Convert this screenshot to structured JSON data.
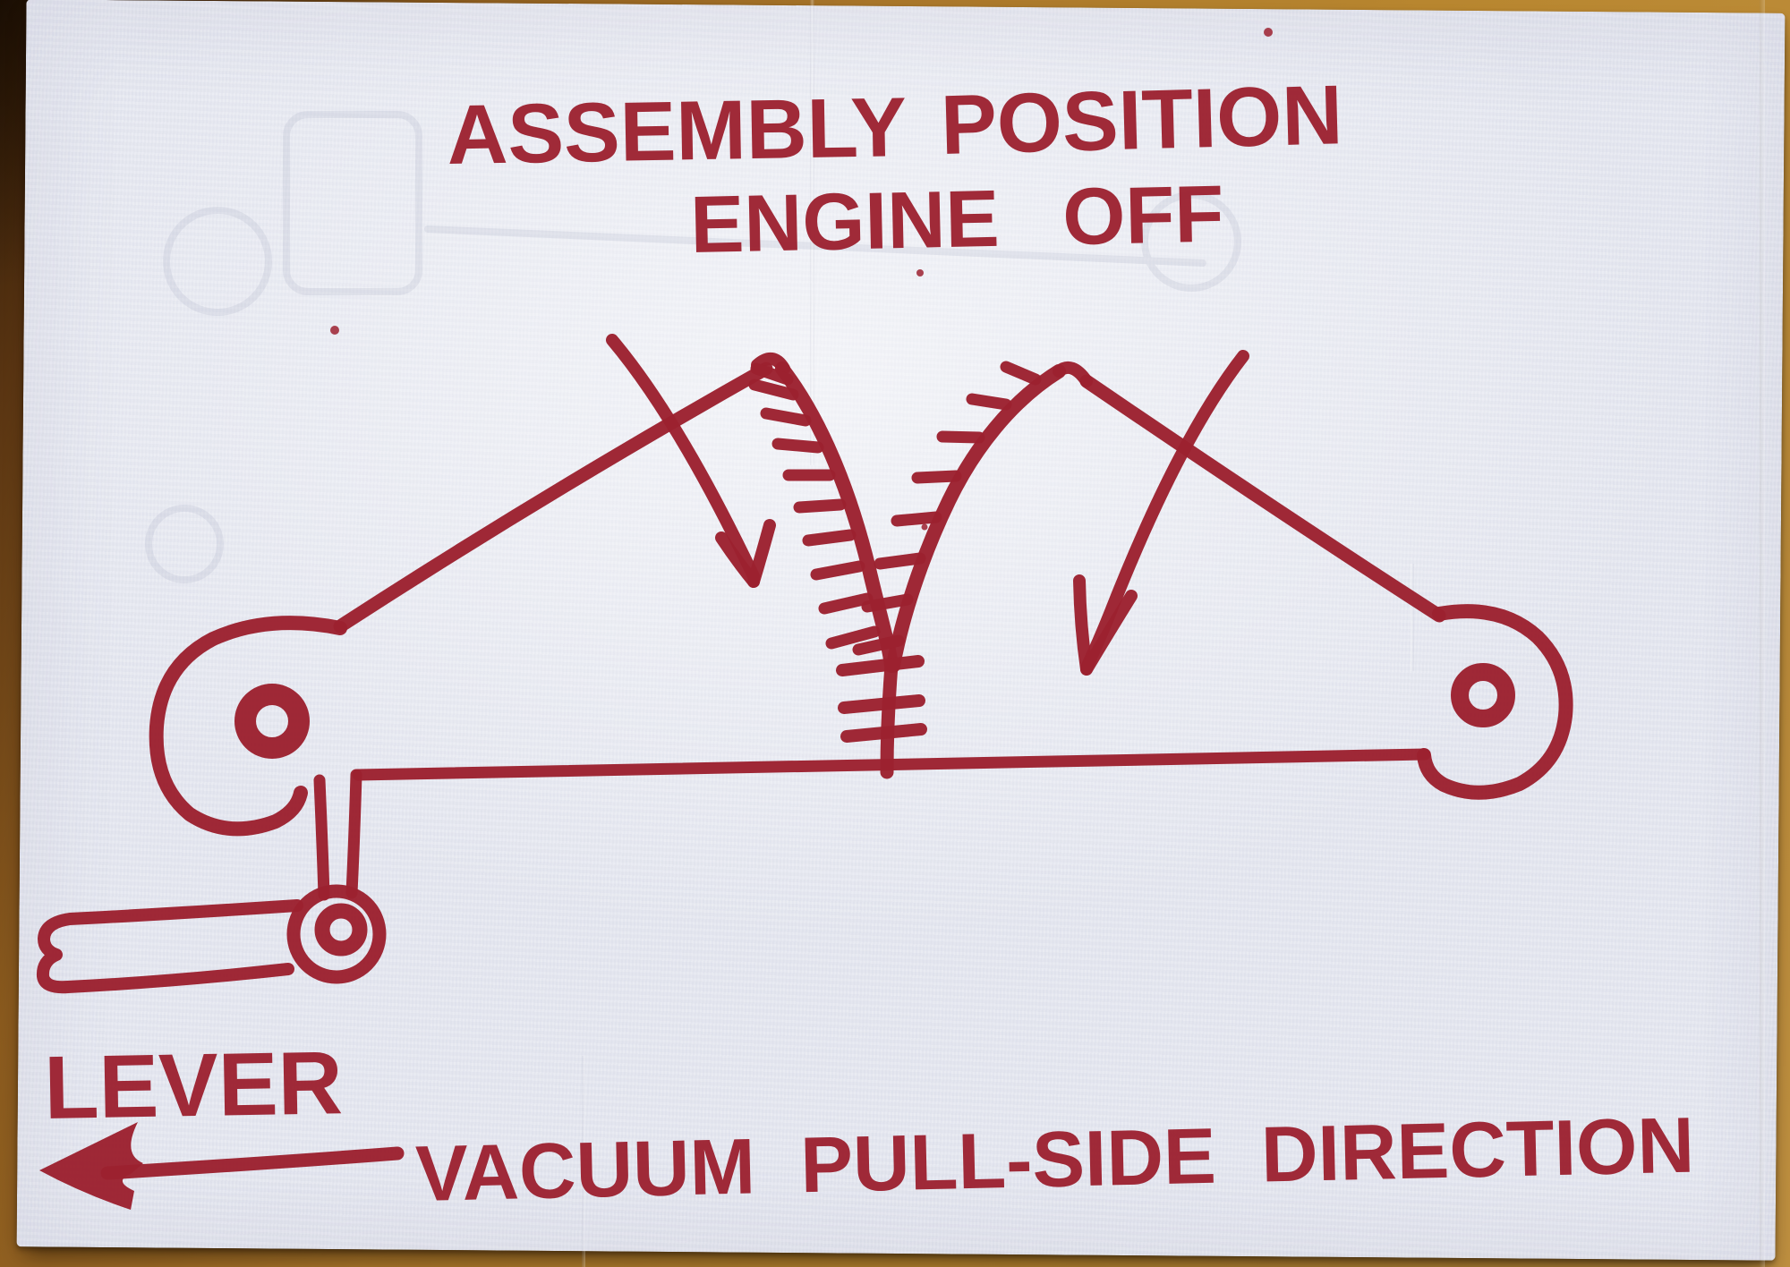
{
  "title": {
    "word1": "ASSEMBLY",
    "word2": "POSITION",
    "line2": "ENGINE OFF"
  },
  "labels": {
    "lever": "LEVER",
    "direction": "VACUUM PULL-SIDE DIRECTION"
  },
  "icons": {
    "left_rotation_arrow": "curved-arrow-pointing-down",
    "right_rotation_arrow": "curved-arrow-pointing-down-left",
    "pull_direction_arrow": "solid-arrow-pointing-left"
  },
  "theme": {
    "ink_color": "#9c2130",
    "paper_color": "#e7e9f1",
    "table_dark": "#2e1a07",
    "table_light": "#bf9040"
  }
}
